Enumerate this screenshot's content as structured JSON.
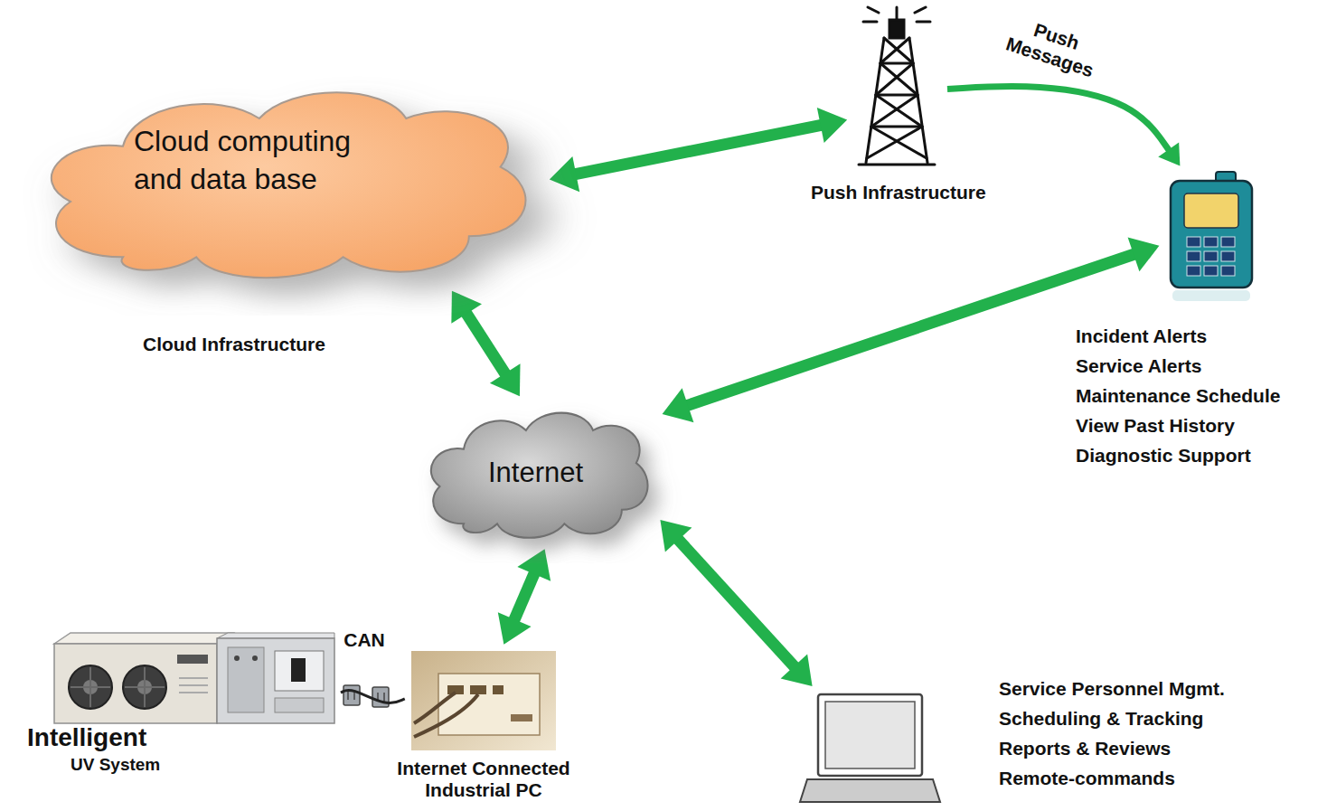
{
  "diagram": {
    "nodes": [
      {
        "text": [
          "Cloud computing and data base",
          "Cloud Infrastructure"
        ]
      },
      {
        "text": [
          "Push Infrastructure"
        ]
      },
      {
        "text": [
          "Incident Alerts",
          "Service Alerts",
          "Maintenance Schedule",
          "View Past History",
          "Diagnostic Support"
        ]
      },
      {
        "text": [
          "Internet"
        ]
      },
      {
        "text": [
          "Intelligent",
          "UV System"
        ]
      },
      {
        "text": [
          "Internet Connected Industrial PC"
        ]
      },
      {
        "text": [
          "Service Personnel Mgmt.",
          "Scheduling & Tracking",
          "Reports & Reviews",
          "Remote-commands"
        ]
      }
    ],
    "edges": [
      {
        "from": 0,
        "to": 1,
        "arrow": "both"
      },
      {
        "from": 1,
        "to": 2,
        "label": "Push Messages",
        "arrow": "to"
      },
      {
        "from": 0,
        "to": 3,
        "arrow": "both"
      },
      {
        "from": 2,
        "to": 3,
        "arrow": "both"
      },
      {
        "from": 3,
        "to": 5,
        "arrow": "both"
      },
      {
        "from": 3,
        "to": 6,
        "arrow": "both"
      },
      {
        "from": 4,
        "to": 5,
        "label": "CAN",
        "arrow": "none"
      }
    ]
  }
}
